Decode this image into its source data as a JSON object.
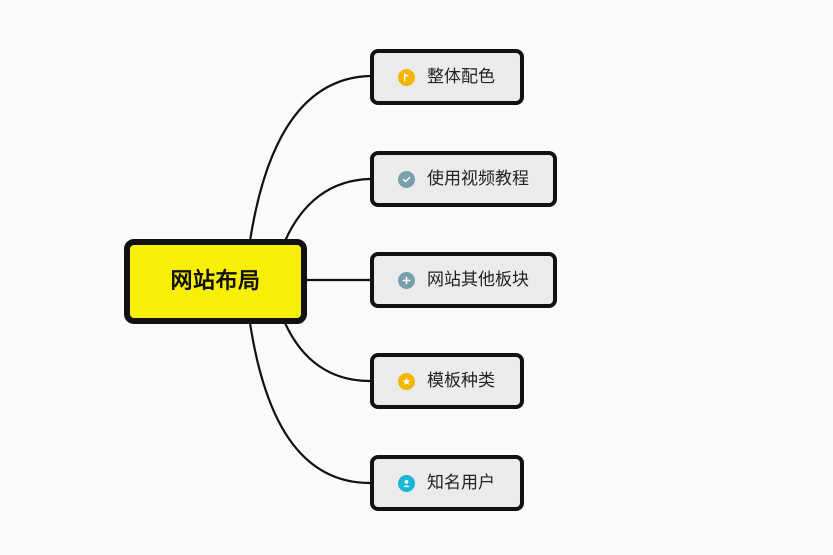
{
  "root": {
    "label": "网站布局",
    "fill_color": "#f8ef08",
    "border_color": "#111111"
  },
  "children": [
    {
      "label": "整体配色",
      "icon": "flag-icon",
      "icon_color": "#f2b600"
    },
    {
      "label": "使用视频教程",
      "icon": "check-icon",
      "icon_color": "#7a9fac"
    },
    {
      "label": "网站其他板块",
      "icon": "plus-icon",
      "icon_color": "#7a9fac"
    },
    {
      "label": "模板种类",
      "icon": "star-icon",
      "icon_color": "#f2b600"
    },
    {
      "label": "知名用户",
      "icon": "user-icon",
      "icon_color": "#18b6d8"
    }
  ],
  "colors": {
    "background": "#fafafa",
    "node_fill": "#ebebeb",
    "line": "#111111"
  }
}
